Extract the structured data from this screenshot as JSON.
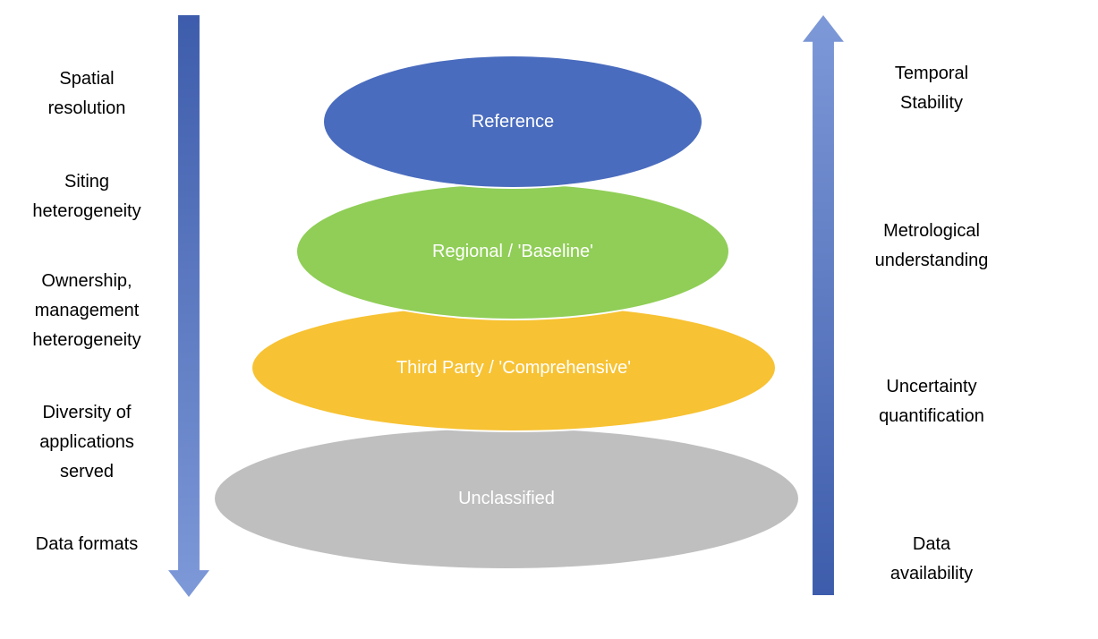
{
  "pyramid": {
    "tiers": [
      {
        "label": "Reference",
        "color": "#4A6CBE"
      },
      {
        "label": "Regional / 'Baseline'",
        "color": "#90CE57"
      },
      {
        "label": "Third Party / 'Comprehensive'",
        "color": "#F7C233"
      },
      {
        "label": "Unclassified",
        "color": "#BFBFBF"
      }
    ]
  },
  "left_axis": {
    "direction": "down",
    "labels": [
      "Spatial\nresolution",
      "Siting\nheterogeneity",
      "Ownership,\nmanagement\nheterogeneity",
      "Diversity of\napplications\nserved",
      "Data formats"
    ]
  },
  "right_axis": {
    "direction": "up",
    "labels": [
      "Temporal\nStability",
      "Metrological\nunderstanding",
      "Uncertainty\nquantification",
      "Data\navailability"
    ]
  },
  "colors": {
    "arrow_dark": "#3D5CAB",
    "arrow_light": "#7E99D8",
    "side_text": "#000000",
    "tier_text": "#FFFFFF"
  }
}
